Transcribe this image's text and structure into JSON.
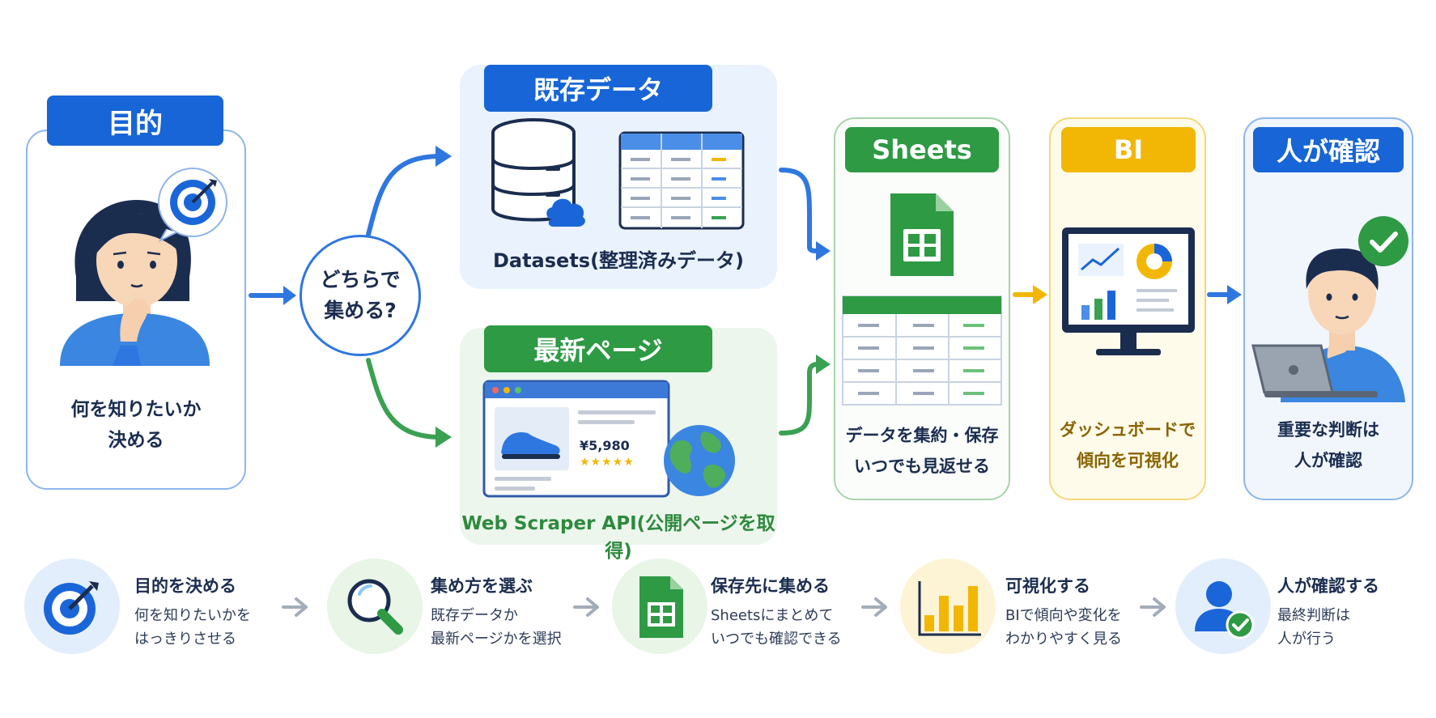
{
  "colors": {
    "blue": "#1a66d9",
    "green": "#2e9a44",
    "yellow": "#f2b705",
    "navy": "#1b2d4f",
    "light_blue_bg": "#eef4fd",
    "light_green_bg": "#eef7ee"
  },
  "purpose": {
    "label": "目的",
    "caption_line1": "何を知りたいか",
    "caption_line2": "決める",
    "icon": "target-icon"
  },
  "decision": {
    "line1": "どちらで",
    "line2": "集める?"
  },
  "existing": {
    "label": "既存データ",
    "caption": "Datasets(整理済みデータ)"
  },
  "latest": {
    "label": "最新ページ",
    "caption": "Web Scraper API(公開ページを取得)",
    "price": "¥5,980",
    "stars": "★★★★★"
  },
  "sheets": {
    "label": "Sheets",
    "caption_line1": "データを集約・保存",
    "caption_line2": "いつでも見返せる"
  },
  "bi": {
    "label": "BI",
    "caption_line1": "ダッシュボードで",
    "caption_line2": "傾向を可視化"
  },
  "human": {
    "label": "人が確認",
    "caption_line1": "重要な判断は",
    "caption_line2": "人が確認"
  },
  "steps": [
    {
      "title": "目的を決める",
      "desc1": "何を知りたいかを",
      "desc2": "はっきりさせる",
      "icon": "target-icon"
    },
    {
      "title": "集め方を選ぶ",
      "desc1": "既存データか",
      "desc2": "最新ページかを選択",
      "icon": "magnifier-icon"
    },
    {
      "title": "保存先に集める",
      "desc1": "Sheetsにまとめて",
      "desc2": "いつでも確認できる",
      "icon": "sheets-icon"
    },
    {
      "title": "可視化する",
      "desc1": "BIで傾向や変化を",
      "desc2": "わかりやすく見る",
      "icon": "bar-chart-icon"
    },
    {
      "title": "人が確認する",
      "desc1": "最終判断は",
      "desc2": "人が行う",
      "icon": "user-check-icon"
    }
  ]
}
